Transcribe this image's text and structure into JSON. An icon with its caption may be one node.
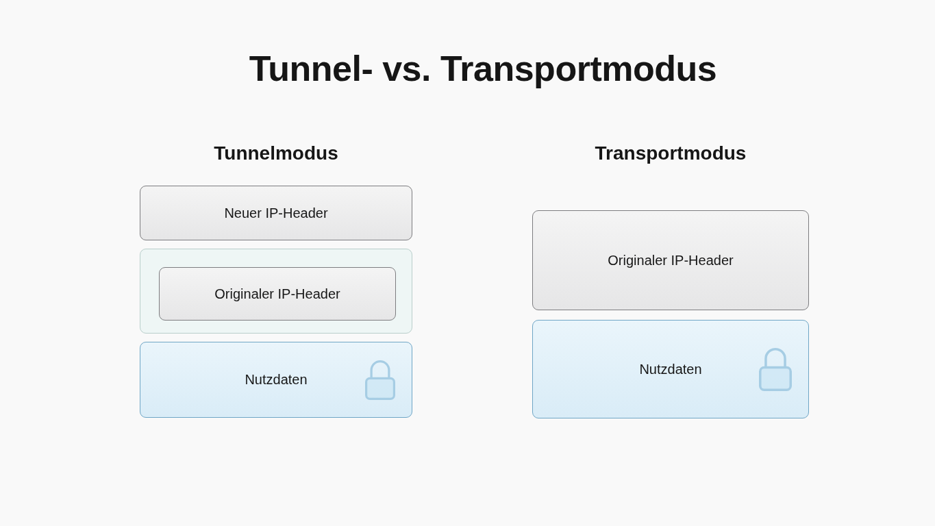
{
  "diagram": {
    "title": "Tunnel- vs. Transportmodus",
    "nodes": [
      {
        "text": [
          "Neuer IP-Header"
        ]
      },
      {
        "text": [],
        "shape": "box"
      },
      {
        "text": [
          "Originaler IP-Header"
        ],
        "in": 1
      },
      {
        "text": [
          "Nutzdaten"
        ]
      },
      {
        "text": [
          "Originaler IP-Header"
        ]
      },
      {
        "text": [
          "Nutzdaten"
        ]
      }
    ],
    "edges": [],
    "labels": [
      "Tunnelmodus",
      "Transportmodus"
    ]
  }
}
